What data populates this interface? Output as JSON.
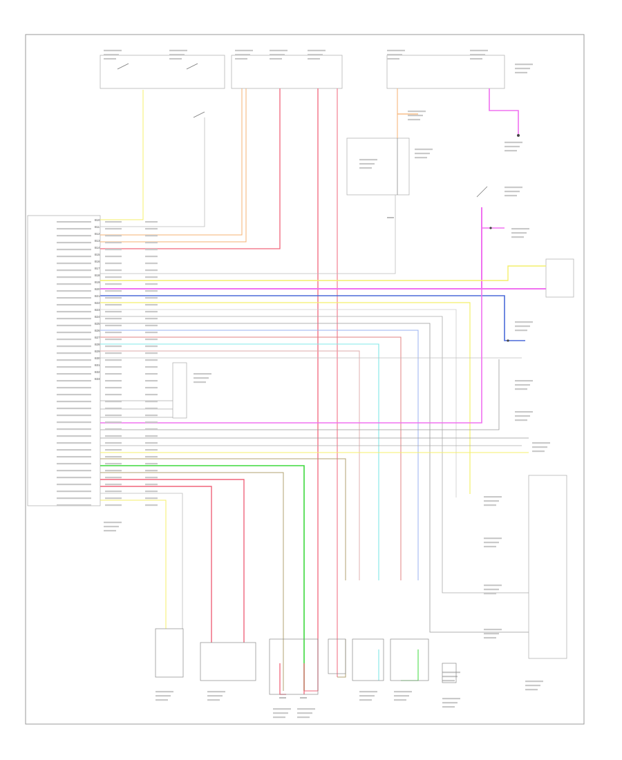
{
  "diagram": {
    "pin_labels": [
      "B10",
      "B11",
      "B12",
      "B13",
      "B14",
      "B15",
      "B16",
      "B17",
      "B18",
      "B19",
      "B20",
      "B21",
      "B22",
      "B23",
      "B24",
      "B25",
      "B26",
      "B27",
      "B28",
      "B29",
      "B30",
      "B31",
      "B32",
      "B33"
    ],
    "wire_colors": {
      "yellow": "#f4ef6a",
      "orange": "#f5b070",
      "red": "#f0647a",
      "pink": "#f070f0",
      "blue": "#4a6ad8",
      "green": "#3cd83c",
      "cyan": "#80e8e8",
      "lightblue": "#9ab0f0",
      "gray": "#888888",
      "olive": "#b0a070",
      "black": "#333333"
    }
  }
}
